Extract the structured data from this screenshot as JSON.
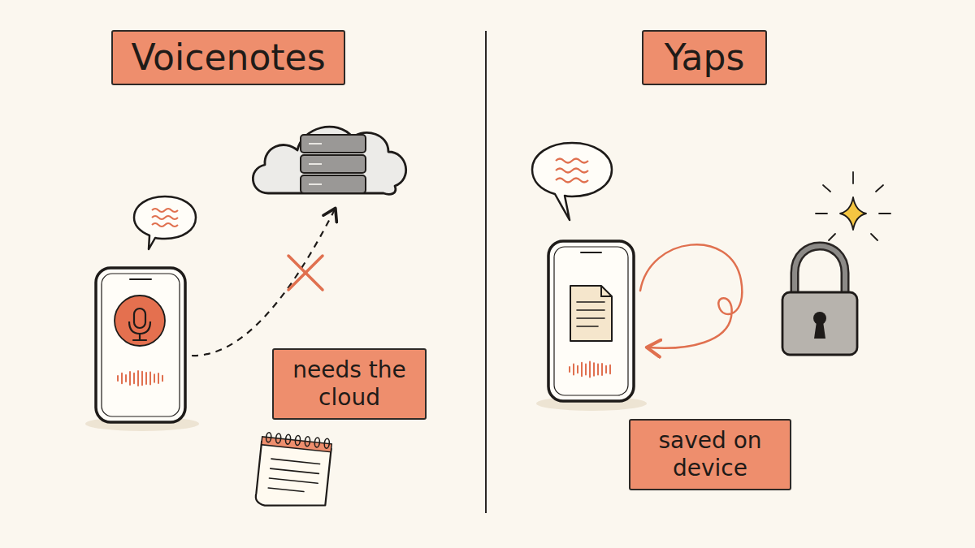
{
  "diagram": {
    "nodes": [
      {
        "text": [
          "Voicenotes"
        ]
      },
      {
        "text": [
          "Yaps"
        ]
      },
      {
        "text": [
          "needs the cloud"
        ]
      },
      {
        "text": [
          "saved on device"
        ]
      }
    ]
  }
}
